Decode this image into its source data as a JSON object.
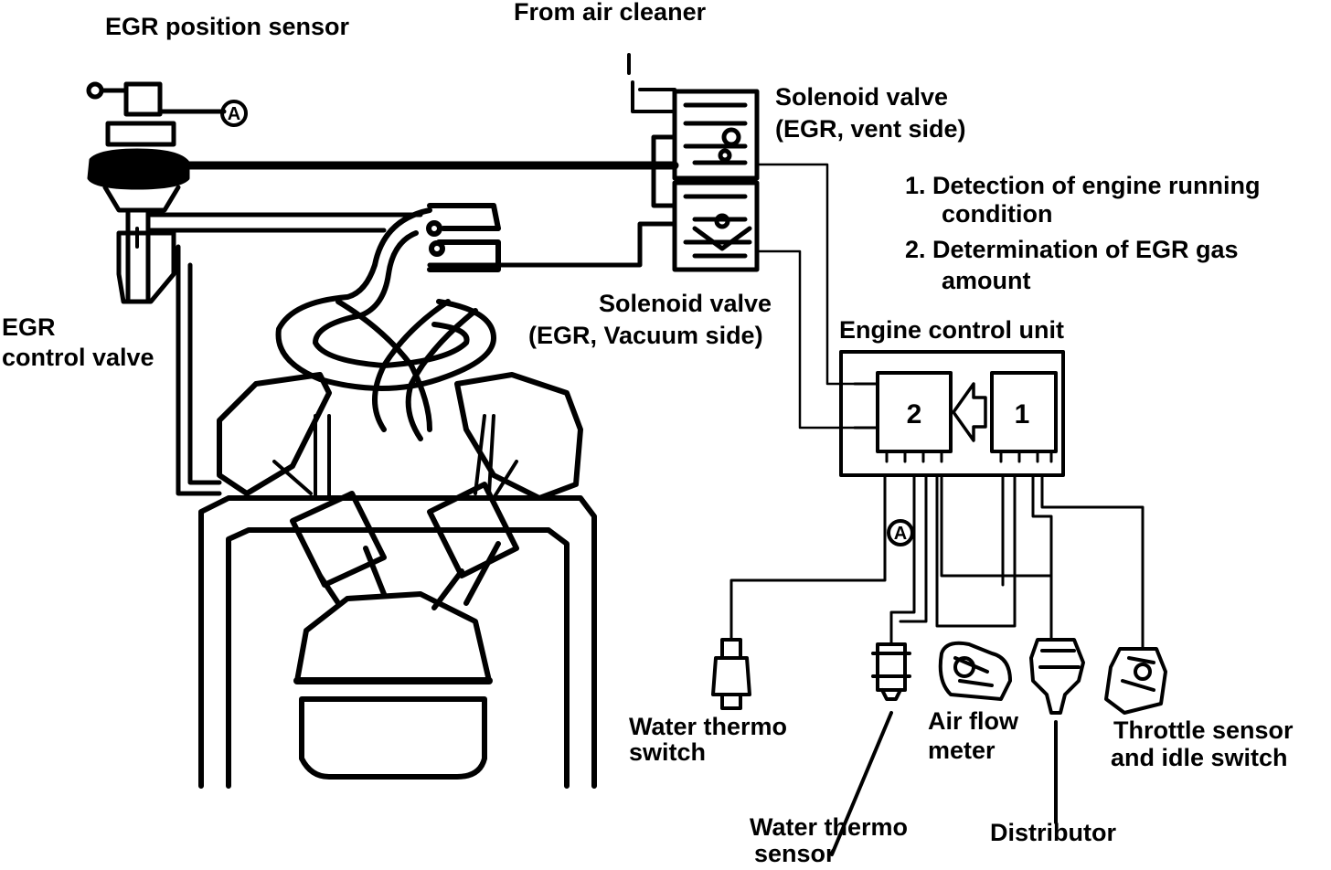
{
  "labels": {
    "egr_position_sensor": "EGR position sensor",
    "from_air_cleaner": "From air cleaner",
    "solenoid_vent_line1": "Solenoid valve",
    "solenoid_vent_line2": "(EGR, vent side)",
    "solenoid_vac_line1": "Solenoid valve",
    "solenoid_vac_line2": "(EGR, Vacuum side)",
    "egr_control_valve_line1": "EGR",
    "egr_control_valve_line2": "control valve",
    "ecu": "Engine control unit",
    "step1_line1": "1. Detection of engine running",
    "step1_line2": "condition",
    "step2_line1": "2. Determination of EGR gas",
    "step2_line2": "amount",
    "water_thermo_switch_line1": "Water thermo",
    "water_thermo_switch_line2": "switch",
    "water_thermo_sensor_line1": "Water thermo",
    "water_thermo_sensor_line2": "sensor",
    "air_flow_meter_line1": "Air flow",
    "air_flow_meter_line2": "meter",
    "distributor": "Distributor",
    "throttle_line1": "Throttle sensor",
    "throttle_line2": "and idle switch"
  },
  "ecu_blocks": {
    "block_2": "2",
    "block_1": "1"
  },
  "connector_marks": {
    "a_top": "A",
    "a_bottom": "A"
  },
  "icons": {
    "ground": "ground-symbol",
    "arrow": "left-arrow-icon"
  }
}
